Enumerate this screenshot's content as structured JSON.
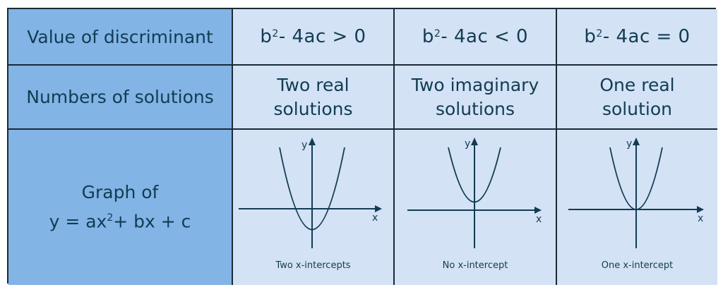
{
  "row1": {
    "header": "Value of discriminant",
    "col1": {
      "base": "b",
      "sup": "2",
      "rest": "- 4ac > 0"
    },
    "col2": {
      "base": "b",
      "sup": "2",
      "rest": "- 4ac < 0"
    },
    "col3": {
      "base": "b",
      "sup": "2",
      "rest": "- 4ac = 0"
    }
  },
  "row2": {
    "header": "Numbers of solutions",
    "col1": [
      "Two real",
      "solutions"
    ],
    "col2": [
      "Two imaginary",
      "solutions"
    ],
    "col3": [
      "One real",
      "solution"
    ]
  },
  "row3": {
    "header_line1": "Graph of",
    "header_line2_pre": "y = ax",
    "header_line2_sup": "2",
    "header_line2_post": "+ bx + c",
    "graphs": [
      {
        "x_label": "x",
        "y_label": "y",
        "caption": "Two x-intercepts"
      },
      {
        "x_label": "x",
        "y_label": "y",
        "caption": "No x-intercept"
      },
      {
        "x_label": "x",
        "y_label": "y",
        "caption": "One x-intercept"
      }
    ]
  },
  "colors": {
    "header_bg": "#82b4e6",
    "cell_bg": "#d3e2f5",
    "text": "#123c52",
    "border": "#1c2a33"
  }
}
